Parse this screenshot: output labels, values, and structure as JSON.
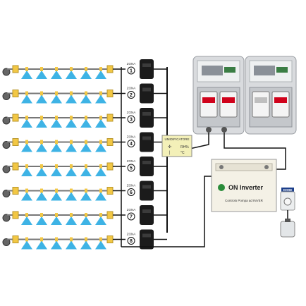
{
  "zones": [
    {
      "label": "ZONA",
      "number": "1"
    },
    {
      "label": "ZONA",
      "number": "2"
    },
    {
      "label": "ZONA",
      "number": "3"
    },
    {
      "label": "ZONA",
      "number": "4"
    },
    {
      "label": "ZONA",
      "number": "5"
    },
    {
      "label": "ZONA",
      "number": "6"
    },
    {
      "label": "ZONA",
      "number": "7"
    },
    {
      "label": "ZONA",
      "number": "8"
    }
  ],
  "sensor": {
    "title": "UMIDIFICATORE",
    "humidity_label": "RH%",
    "temperature_label": "°C"
  },
  "inverter": {
    "title": "ON Inverter",
    "subtitle": "Controlo Pompa ad INVER"
  },
  "dose": {
    "label": "DOSE"
  },
  "colors": {
    "spray": "#29abe2",
    "nozzle": "#f2c744",
    "line": "#111111",
    "display": "#d0021b",
    "sensor_bg": "#f3f0b8",
    "panel_bg": "#d9dbde"
  }
}
